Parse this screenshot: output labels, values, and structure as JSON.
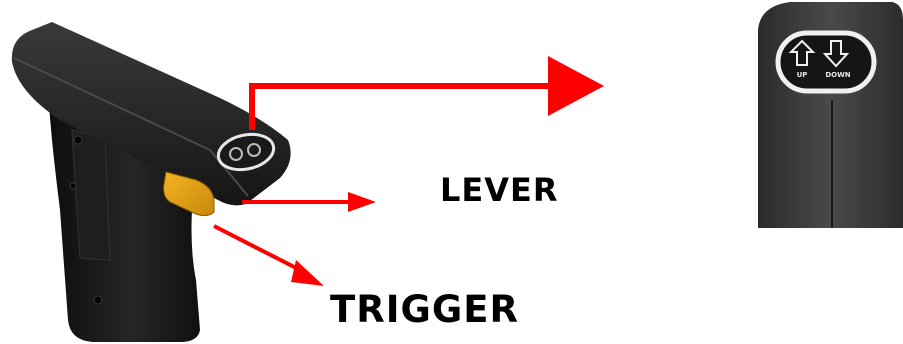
{
  "labels": {
    "lever": "LEVER",
    "trigger": "TRIGGER"
  },
  "button_detail": {
    "up_text": "UP",
    "down_text": "DOWN"
  },
  "colors": {
    "arrow": "#ff0000",
    "handle_body": "#1b1b1b",
    "trigger_button": "#e3a20e",
    "detail_panel": "#3a3a3a"
  },
  "icons": [
    "up-arrow-icon",
    "down-arrow-icon"
  ]
}
